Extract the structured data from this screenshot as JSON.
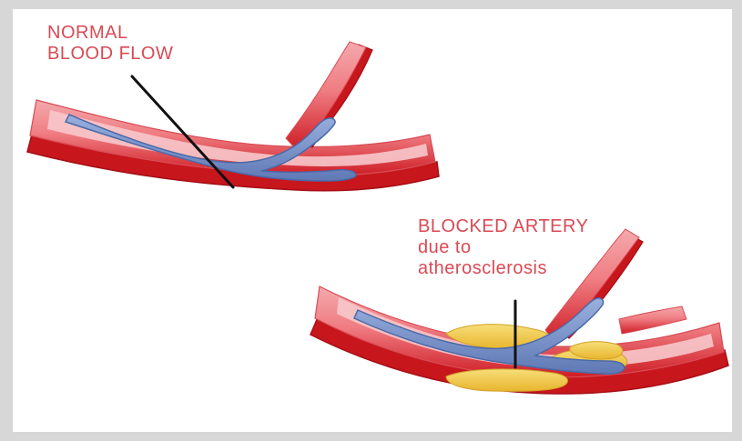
{
  "labels": {
    "normal": {
      "line1": "NORMAL",
      "line2": "BLOOD FLOW"
    },
    "blocked": {
      "line1": "BLOCKED ARTERY",
      "line2": "due to",
      "line3": "atherosclerosis"
    }
  },
  "colors": {
    "label_red": "#d94a54",
    "artery_outer": "#c8161d",
    "artery_wall": "#e05b63",
    "artery_inner": "#f4b3b7",
    "blood_flow": "#6f88bf",
    "plaque": "#f0c646"
  }
}
